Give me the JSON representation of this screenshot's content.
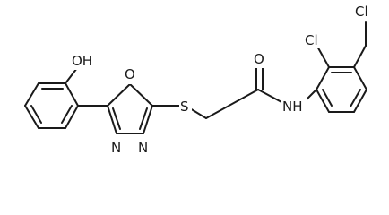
{
  "molecule": {
    "description": "",
    "atom_labels": {
      "hydroxyl": "OH",
      "oxadiazole_oxygen": "O",
      "oxadiazole_n3": "N",
      "oxadiazole_n4": "N",
      "thioether_sulfur": "S",
      "carbonyl_oxygen": "O",
      "amide_nh": "NH",
      "chloro_1": "Cl",
      "chloro_2": "Cl"
    }
  }
}
